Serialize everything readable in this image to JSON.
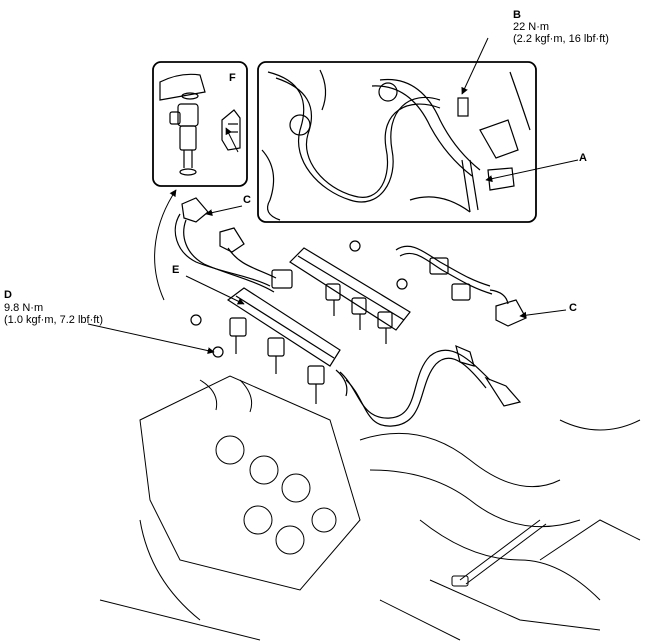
{
  "callouts": {
    "a": {
      "letter": "A"
    },
    "b": {
      "letter": "B",
      "torque": "22 N·m",
      "alt": "(2.2 kgf·m, 16 lbf·ft)"
    },
    "c_top": {
      "letter": "C"
    },
    "c_right": {
      "letter": "C"
    },
    "d": {
      "letter": "D",
      "torque": "9.8 N·m",
      "alt": "(1.0 kgf·m, 7.2 lbf·ft)"
    },
    "e": {
      "letter": "E"
    },
    "f": {
      "letter": "F"
    }
  },
  "colors": {
    "line": "#000000",
    "background": "#ffffff"
  }
}
